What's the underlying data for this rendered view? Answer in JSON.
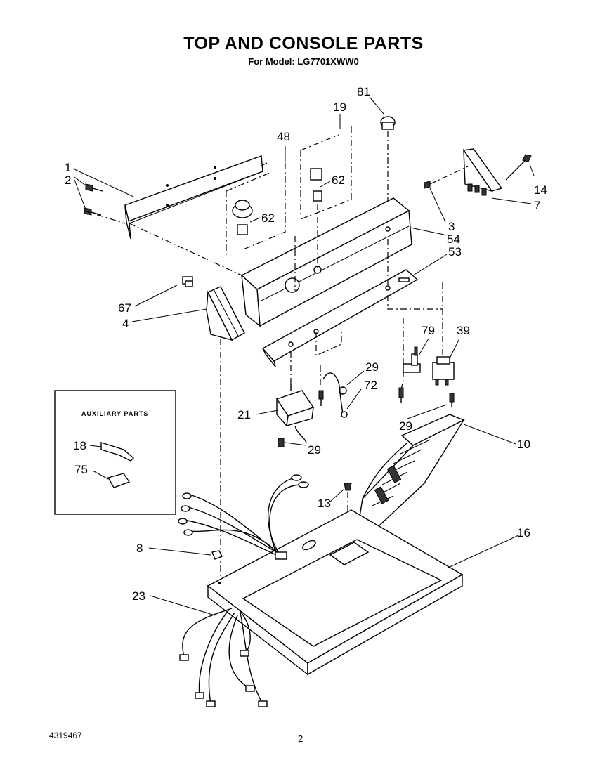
{
  "header": {
    "title": "TOP AND CONSOLE PARTS",
    "subtitle": "For Model: LG7701XWW0"
  },
  "auxiliary_box": {
    "title": "AUXILIARY PARTS"
  },
  "callouts": {
    "p1": "1",
    "p2": "2",
    "p48": "48",
    "p19": "19",
    "p81": "81",
    "p62a": "62",
    "p62b": "62",
    "p14": "14",
    "p7": "7",
    "p3": "3",
    "p54": "54",
    "p53": "53",
    "p67": "67",
    "p4": "4",
    "p79": "79",
    "p39": "39",
    "p29a": "29",
    "p72": "72",
    "p21": "21",
    "p29b": "29",
    "p29c": "29",
    "p10": "10",
    "p18": "18",
    "p75": "75",
    "p13": "13",
    "p16": "16",
    "p8": "8",
    "p23": "23"
  },
  "footer": {
    "doc_number": "4319467",
    "page_number": "2"
  }
}
